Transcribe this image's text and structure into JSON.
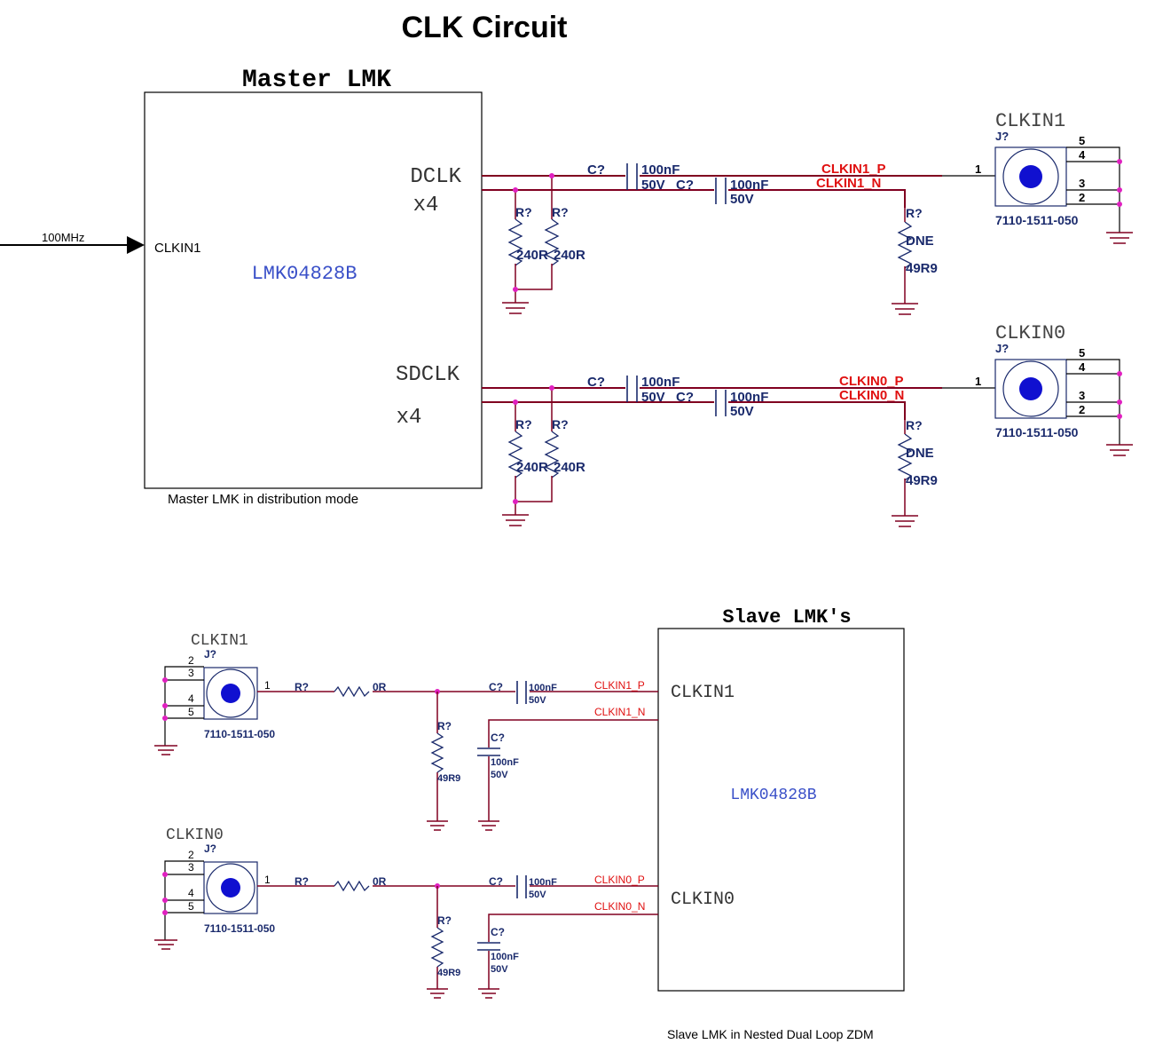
{
  "title": "CLK Circuit",
  "master": {
    "heading": "Master LMK",
    "chip": "LMK04828B",
    "input_pin": "CLKIN1",
    "input_freq": "100MHz",
    "out1_name": "DCLK",
    "out1_mult": "x4",
    "out2_name": "SDCLK",
    "out2_mult": "x4",
    "caption": "Master LMK in distribution mode"
  },
  "master_channels": [
    {
      "cap_ref": "C?",
      "cap_val": "100nF",
      "cap_volt": "50V",
      "cap2_ref": "C?",
      "cap2_val": "100nF",
      "cap2_volt": "50V",
      "net_p": "CLKIN1_P",
      "net_n": "CLKIN1_N",
      "r1_ref": "R?",
      "r1_val": "240R",
      "r2_ref": "R?",
      "r2_val": "240R",
      "rt_ref": "R?",
      "rt_dne": "DNE",
      "rt_val": "49R9",
      "conn_name": "CLKIN1",
      "conn_ref": "J?",
      "conn_part": "7110-1511-050",
      "pin1": "1",
      "pin2": "2",
      "pin3": "3",
      "pin4": "4",
      "pin5": "5"
    },
    {
      "cap_ref": "C?",
      "cap_val": "100nF",
      "cap_volt": "50V",
      "cap2_ref": "C?",
      "cap2_val": "100nF",
      "cap2_volt": "50V",
      "net_p": "CLKIN0_P",
      "net_n": "CLKIN0_N",
      "r1_ref": "R?",
      "r1_val": "240R",
      "r2_ref": "R?",
      "r2_val": "240R",
      "rt_ref": "R?",
      "rt_dne": "DNE",
      "rt_val": "49R9",
      "conn_name": "CLKIN0",
      "conn_ref": "J?",
      "conn_part": "7110-1511-050",
      "pin1": "1",
      "pin2": "2",
      "pin3": "3",
      "pin4": "4",
      "pin5": "5"
    }
  ],
  "slave": {
    "heading": "Slave LMK's",
    "chip": "LMK04828B",
    "pin_a": "CLKIN1",
    "pin_b": "CLKIN0",
    "caption": "Slave LMK in Nested Dual Loop ZDM"
  },
  "slave_channels": [
    {
      "conn_name": "CLKIN1",
      "conn_ref": "J?",
      "conn_part": "7110-1511-050",
      "pin1": "1",
      "pin2": "2",
      "pin3": "3",
      "pin4": "4",
      "pin5": "5",
      "rs_ref": "R?",
      "rs_val": "0R",
      "cs_ref": "C?",
      "cs_val": "100nF",
      "cs_volt": "50V",
      "net_p": "CLKIN1_P",
      "net_n": "CLKIN1_N",
      "rt_ref": "R?",
      "rt_val": "49R9",
      "ct_ref": "C?",
      "ct_val": "100nF",
      "ct_volt": "50V"
    },
    {
      "conn_name": "CLKIN0",
      "conn_ref": "J?",
      "conn_part": "7110-1511-050",
      "pin1": "1",
      "pin2": "2",
      "pin3": "3",
      "pin4": "4",
      "pin5": "5",
      "rs_ref": "R?",
      "rs_val": "0R",
      "cs_ref": "C?",
      "cs_val": "100nF",
      "cs_volt": "50V",
      "net_p": "CLKIN0_P",
      "net_n": "CLKIN0_N",
      "rt_ref": "R?",
      "rt_val": "49R9",
      "ct_ref": "C?",
      "ct_val": "100nF",
      "ct_volt": "50V"
    }
  ]
}
